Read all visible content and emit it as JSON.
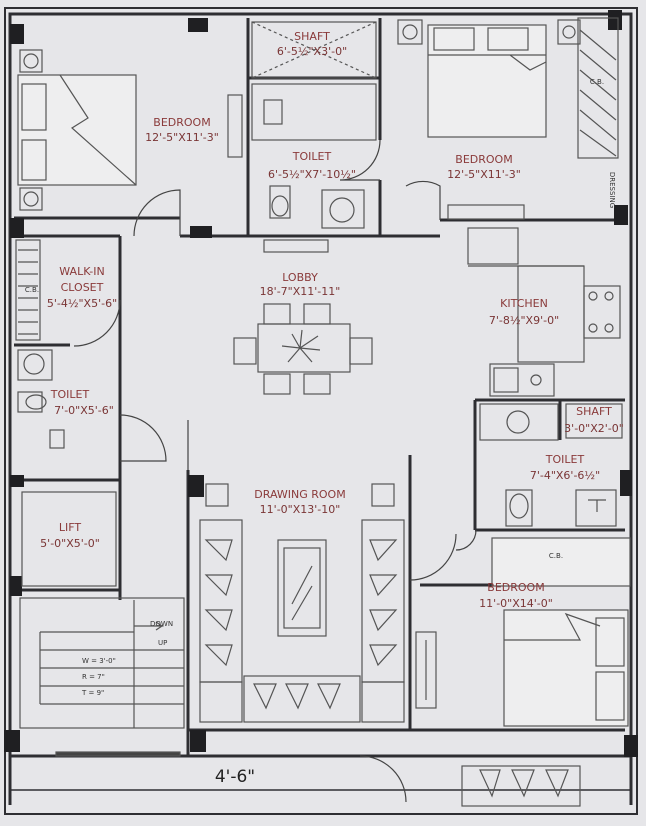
{
  "rooms": {
    "bedroom_top_left": {
      "label": "BEDROOM",
      "dims": "12'-5\"X11'-3\""
    },
    "shaft_top": {
      "label": "SHAFT",
      "dims": "6'-5½\"X3'-0\""
    },
    "toilet_top": {
      "label": "TOILET",
      "dims": "6'-5½\"X7'-10½\""
    },
    "bedroom_top_right": {
      "label": "BEDROOM",
      "dims": "12'-5\"X11'-3\""
    },
    "walk_in_closet": {
      "label_line1": "WALK-IN",
      "label_line2": "CLOSET",
      "dims": "5'-4½\"X5'-6\""
    },
    "lobby": {
      "label": "LOBBY",
      "dims": "18'-7\"X11'-11\""
    },
    "kitchen": {
      "label": "KITCHEN",
      "dims": "7'-8½\"X9'-0\""
    },
    "toilet_left": {
      "label": "TOILET",
      "dims": "7'-0\"X5'-6\""
    },
    "shaft_right": {
      "label": "SHAFT",
      "dims": "3'-0\"X2'-0\""
    },
    "toilet_right": {
      "label": "TOILET",
      "dims": "7'-4\"X6'-6½\""
    },
    "drawing_room": {
      "label": "DRAWING ROOM",
      "dims": "11'-0\"X13'-10\""
    },
    "lift": {
      "label": "LIFT",
      "dims": "5'-0\"X5'-0\""
    },
    "bedroom_bottom_right": {
      "label": "BEDROOM",
      "dims": "11'-0\"X14'-0\""
    }
  },
  "annotations": {
    "cb_top_right": "C.B.",
    "dressing": "DRESSING",
    "cb_closet": "C.B.",
    "cb_bottom_right": "C.B.",
    "stair_down": "DOWN",
    "stair_up": "UP",
    "stair_w": "W = 3'-0\"",
    "stair_r": "R = 7\"",
    "stair_t": "T = 9\"",
    "balcony_dim": "4'-6\""
  }
}
